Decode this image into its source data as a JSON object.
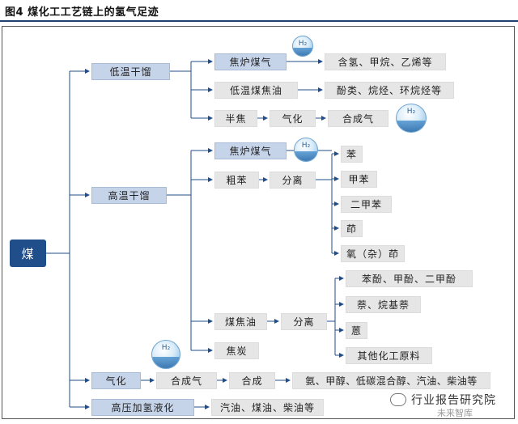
{
  "title": "图4  煤化工工艺链上的氢气足迹",
  "root": "煤",
  "h2_label": "H₂",
  "branches": {
    "low_temp": "低温干馏",
    "high_temp": "高温干馏",
    "gasification": "气化",
    "hydro_liq": "高压加氢液化"
  },
  "low": {
    "coke_gas": "焦炉煤气",
    "coke_gas_out": "含氢、甲烷、乙烯等",
    "tar": "低温煤焦油",
    "tar_out": "酚类、烷烃、环烷烃等",
    "semi_coke": "半焦",
    "semi_gasify": "气化",
    "syngas": "合成气"
  },
  "high": {
    "coke_gas": "焦炉煤气",
    "crude_benzene": "粗苯",
    "separate1": "分离",
    "benzene": "苯",
    "toluene": "甲苯",
    "xylene": "二甲苯",
    "indene": "茚",
    "hetero_indene": "氧（杂）茚",
    "coal_tar": "煤焦油",
    "separate2": "分离",
    "phenols": "苯酚、甲酚、二甲酚",
    "naphthalene": "萘、烷基萘",
    "anthracene": "蒽",
    "other_chem": "其他化工原料",
    "coke": "焦炭"
  },
  "gas": {
    "syngas": "合成气",
    "synthesis": "合成",
    "products": "氨、甲醇、低碳混合醇、汽油、柴油等"
  },
  "liq": {
    "products": "汽油、煤油、柴油等"
  },
  "watermark": "行业报告研究院",
  "watermark2": "未来智库"
}
